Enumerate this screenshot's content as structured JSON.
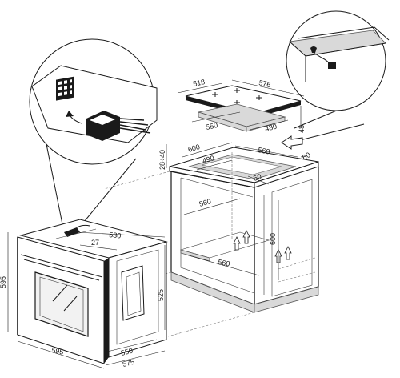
{
  "dimensions": {
    "hob_depth": "518",
    "hob_width": "576",
    "hob_height": "48",
    "cutout_width": "550",
    "cutout_depth": "480",
    "counter_depth": "600",
    "counter_width": "560",
    "counter_gap": "60",
    "worktop_offset": "28÷40",
    "inner_width": "490",
    "inner_margin": "50",
    "cab_width_top": "560",
    "cab_height": "600",
    "cab_width_bottom": "560",
    "oven_top_depth": "530",
    "oven_rim": "27",
    "oven_height": "595",
    "oven_body_height": "525",
    "oven_width": "595",
    "oven_body_depth": "550",
    "oven_total_depth": "575"
  },
  "icons": {
    "connector_zoom": "connector-zoom-icon",
    "cable_zoom": "cable-clip-zoom-icon",
    "airflow": "airflow-arrow-icon"
  }
}
